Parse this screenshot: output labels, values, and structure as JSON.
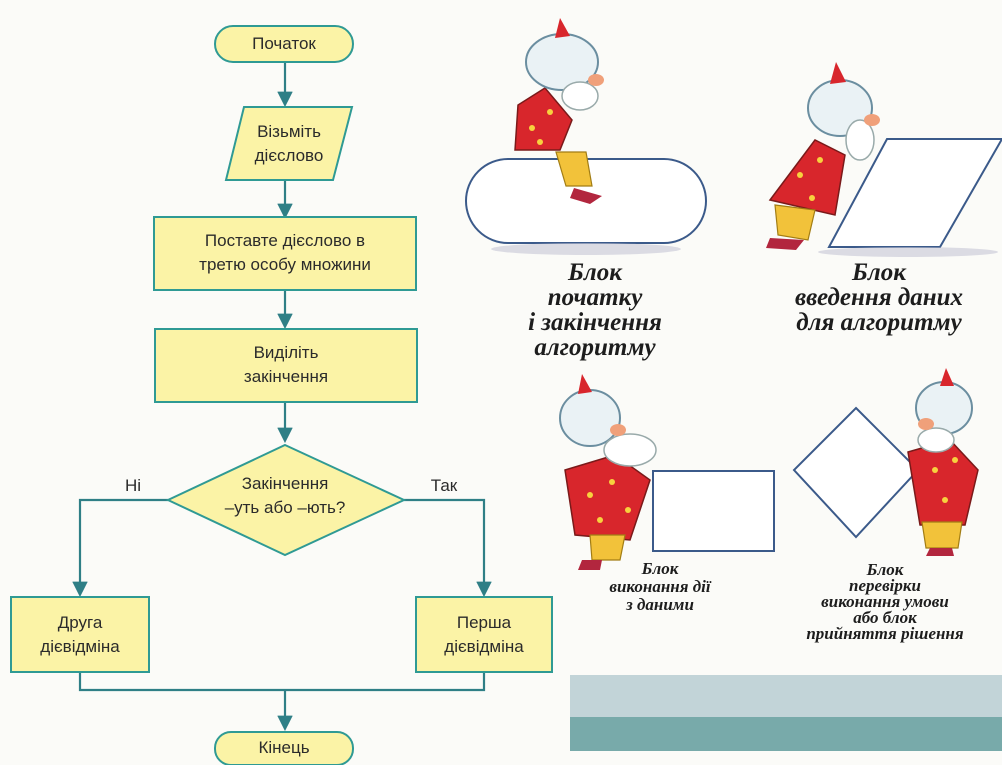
{
  "flowchart": {
    "start": "Початок",
    "input_line1": "Візьміть",
    "input_line2": "дієслово",
    "process1_line1": "Поставте дієслово в",
    "process1_line2": "третю особу множини",
    "process2_line1": "Виділіть",
    "process2_line2": "закінчення",
    "decision_line1": "Закінчення",
    "decision_line2": "–уть або  –ють?",
    "no_label": "Ні",
    "yes_label": "Так",
    "left_line1": "Друга",
    "left_line2": "дієвідміна",
    "right_line1": "Перша",
    "right_line2": "дієвідміна",
    "end": "Кінець"
  },
  "legend": {
    "terminal": [
      "Блок",
      "початку",
      "і  закінчення",
      "алгоритму"
    ],
    "input": [
      "Блок",
      "введення даних",
      "для алгоритму"
    ],
    "process": [
      "Блок",
      "виконання дії",
      "з даними"
    ],
    "decision": [
      "Блок",
      "перевірки",
      "виконання умови",
      "або блок",
      "прийняття рішення"
    ]
  },
  "colors": {
    "block_fill": "#fbf3a6",
    "block_stroke": "#2f9a94",
    "arrow": "#2f7f86",
    "band_light": "#c2d4d8",
    "band_dark": "#78aaaa"
  }
}
